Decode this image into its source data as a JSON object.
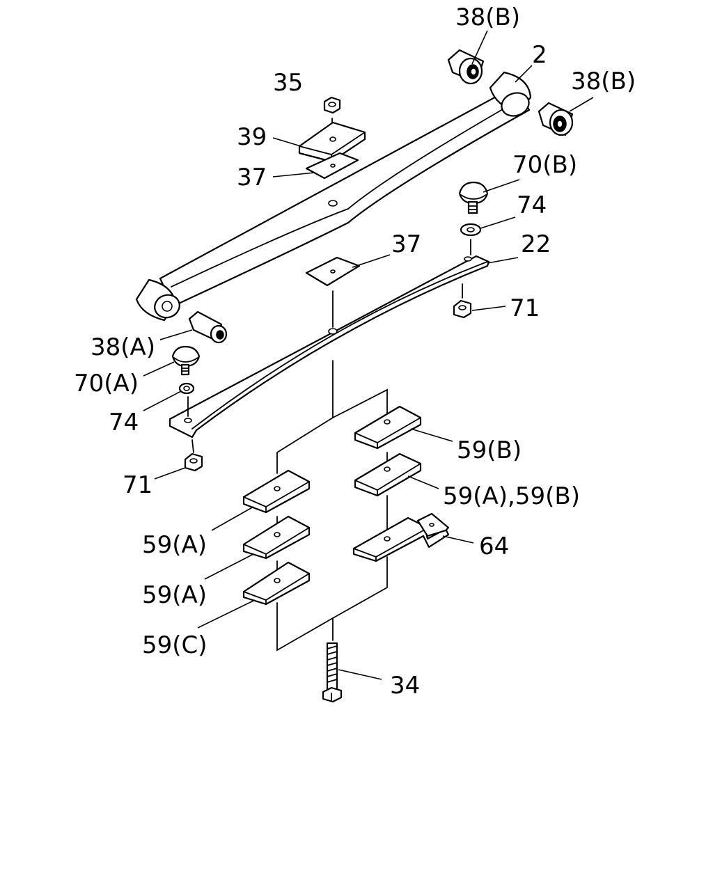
{
  "diagram": {
    "callouts": [
      {
        "id": "c-38b-top",
        "text": "38(B)"
      },
      {
        "id": "c-2",
        "text": "2"
      },
      {
        "id": "c-38b-right",
        "text": "38(B)"
      },
      {
        "id": "c-35",
        "text": "35"
      },
      {
        "id": "c-39",
        "text": "39"
      },
      {
        "id": "c-37-top",
        "text": "37"
      },
      {
        "id": "c-70b",
        "text": "70(B)"
      },
      {
        "id": "c-74-right",
        "text": "74"
      },
      {
        "id": "c-37-mid",
        "text": "37"
      },
      {
        "id": "c-22",
        "text": "22"
      },
      {
        "id": "c-71-right",
        "text": "71"
      },
      {
        "id": "c-38a",
        "text": "38(A)"
      },
      {
        "id": "c-70a",
        "text": "70(A)"
      },
      {
        "id": "c-74-left",
        "text": "74"
      },
      {
        "id": "c-71-left",
        "text": "71"
      },
      {
        "id": "c-59b",
        "text": "59(B)"
      },
      {
        "id": "c-59ab",
        "text": "59(A),59(B)"
      },
      {
        "id": "c-59a-1",
        "text": "59(A)"
      },
      {
        "id": "c-64",
        "text": "64"
      },
      {
        "id": "c-59a-2",
        "text": "59(A)"
      },
      {
        "id": "c-59c",
        "text": "59(C)"
      },
      {
        "id": "c-34",
        "text": "34"
      }
    ]
  }
}
